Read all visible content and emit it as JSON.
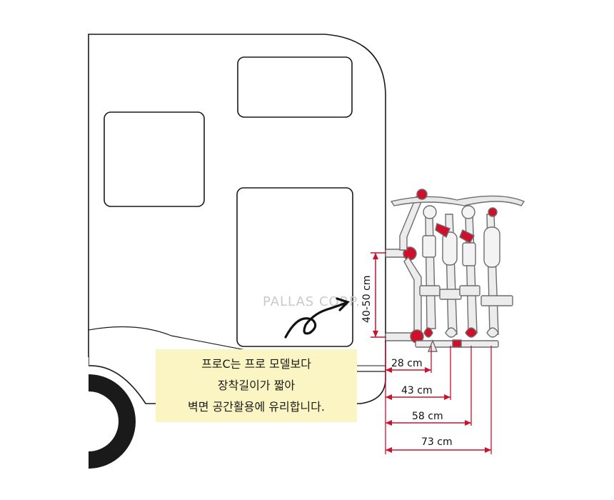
{
  "diagram": {
    "watermark": "PALLAS CORP.",
    "height_label": "40-50 cm",
    "depth_labels": [
      "28 cm",
      "43 cm",
      "58 cm",
      "73 cm"
    ],
    "note_lines": [
      "프로C는 프로 모델보다",
      "장착길이가 짧아",
      "벽면 공간활용에 유리합니다."
    ],
    "colors": {
      "dimension_red": "#d0102a",
      "outline": "#1a1a1a",
      "rack_gray": "#9a9a9a",
      "note_bg": "#fbf5c3"
    }
  }
}
